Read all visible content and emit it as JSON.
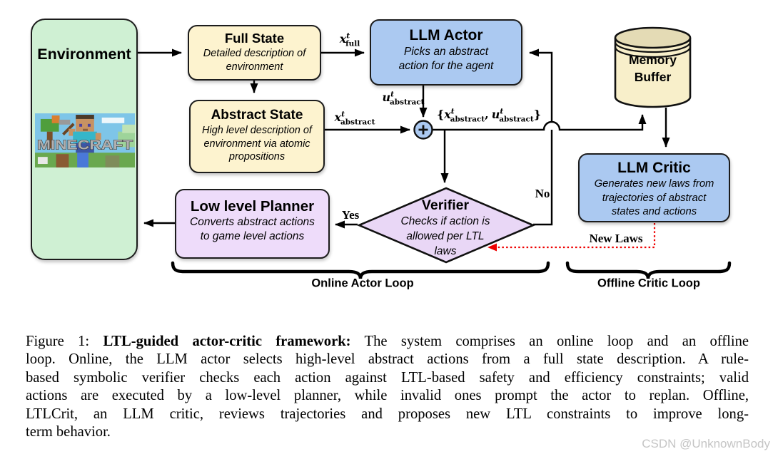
{
  "colors": {
    "environment_fill": "#cff0d3",
    "state_fill": "#fdf3cf",
    "llm_fill": "#abc9f1",
    "planner_fill": "#eedcfa",
    "verifier_fill": "#e9d7f6",
    "memory_fill": "#f8efca",
    "memory_top_fill": "#e4dbb5",
    "new_laws_arrow": "#ee0000",
    "line": "#000000",
    "watermark": "#c5c5c5"
  },
  "figure": {
    "nodes": {
      "environment": {
        "title": "Environment"
      },
      "full_state": {
        "title": "Full State",
        "desc_lines": [
          "Detailed description of",
          "environment"
        ]
      },
      "abstract_state": {
        "title": "Abstract State",
        "desc_lines": [
          "High level description of",
          "environment via atomic",
          "propositions"
        ]
      },
      "llm_actor": {
        "title": "LLM Actor",
        "desc_lines": [
          "Picks an abstract",
          "action for the agent"
        ]
      },
      "memory_buffer": {
        "title_lines": [
          "Memory",
          "Buffer"
        ]
      },
      "llm_critic": {
        "title": "LLM Critic",
        "desc_lines": [
          "Generates new laws from",
          "trajectories of abstract",
          "states and actions"
        ]
      },
      "verifier": {
        "title": "Verifier",
        "desc_lines": [
          "Checks if action is",
          "allowed per LTL",
          "laws"
        ]
      },
      "low_level_planner": {
        "title": "Low level Planner",
        "desc_lines": [
          "Converts abstract actions",
          "to game level actions"
        ]
      }
    },
    "edge_labels": {
      "x_full": {
        "base": "x",
        "sup": "t",
        "sub": "full"
      },
      "x_abstract": {
        "base": "x",
        "sup": "t",
        "sub": "abstract"
      },
      "u_abstract": {
        "base": "u",
        "sup": "t",
        "sub": "abstract"
      },
      "pair": {
        "open": "{",
        "comma": ",",
        "close": "}"
      },
      "plus": "+",
      "yes": "Yes",
      "no": "No",
      "new_laws": "New Laws"
    },
    "loop_labels": {
      "online": "Online Actor Loop",
      "offline": "Offline Critic Loop"
    },
    "environment_image": {
      "logo_text": "MINECRAFT"
    }
  },
  "caption": {
    "line1_prefix": "Figure 1: ",
    "line1_bold": "LTL-guided actor-critic framework:",
    "line1_rest": " The system comprises an online loop and an offline",
    "line2": "loop. Online, the LLM actor selects high-level abstract actions from a full state description. A rule-",
    "line3": "based symbolic verifier checks each action against LTL-based safety and efficiency constraints; valid",
    "line4": "actions are executed by a low-level planner, while invalid ones prompt the actor to replan. Offline,",
    "line5": "LTLCrit, an LLM critic, reviews trajectories and proposes new LTL constraints to improve long-",
    "line6": "term behavior."
  },
  "watermark": "CSDN @UnknownBody"
}
